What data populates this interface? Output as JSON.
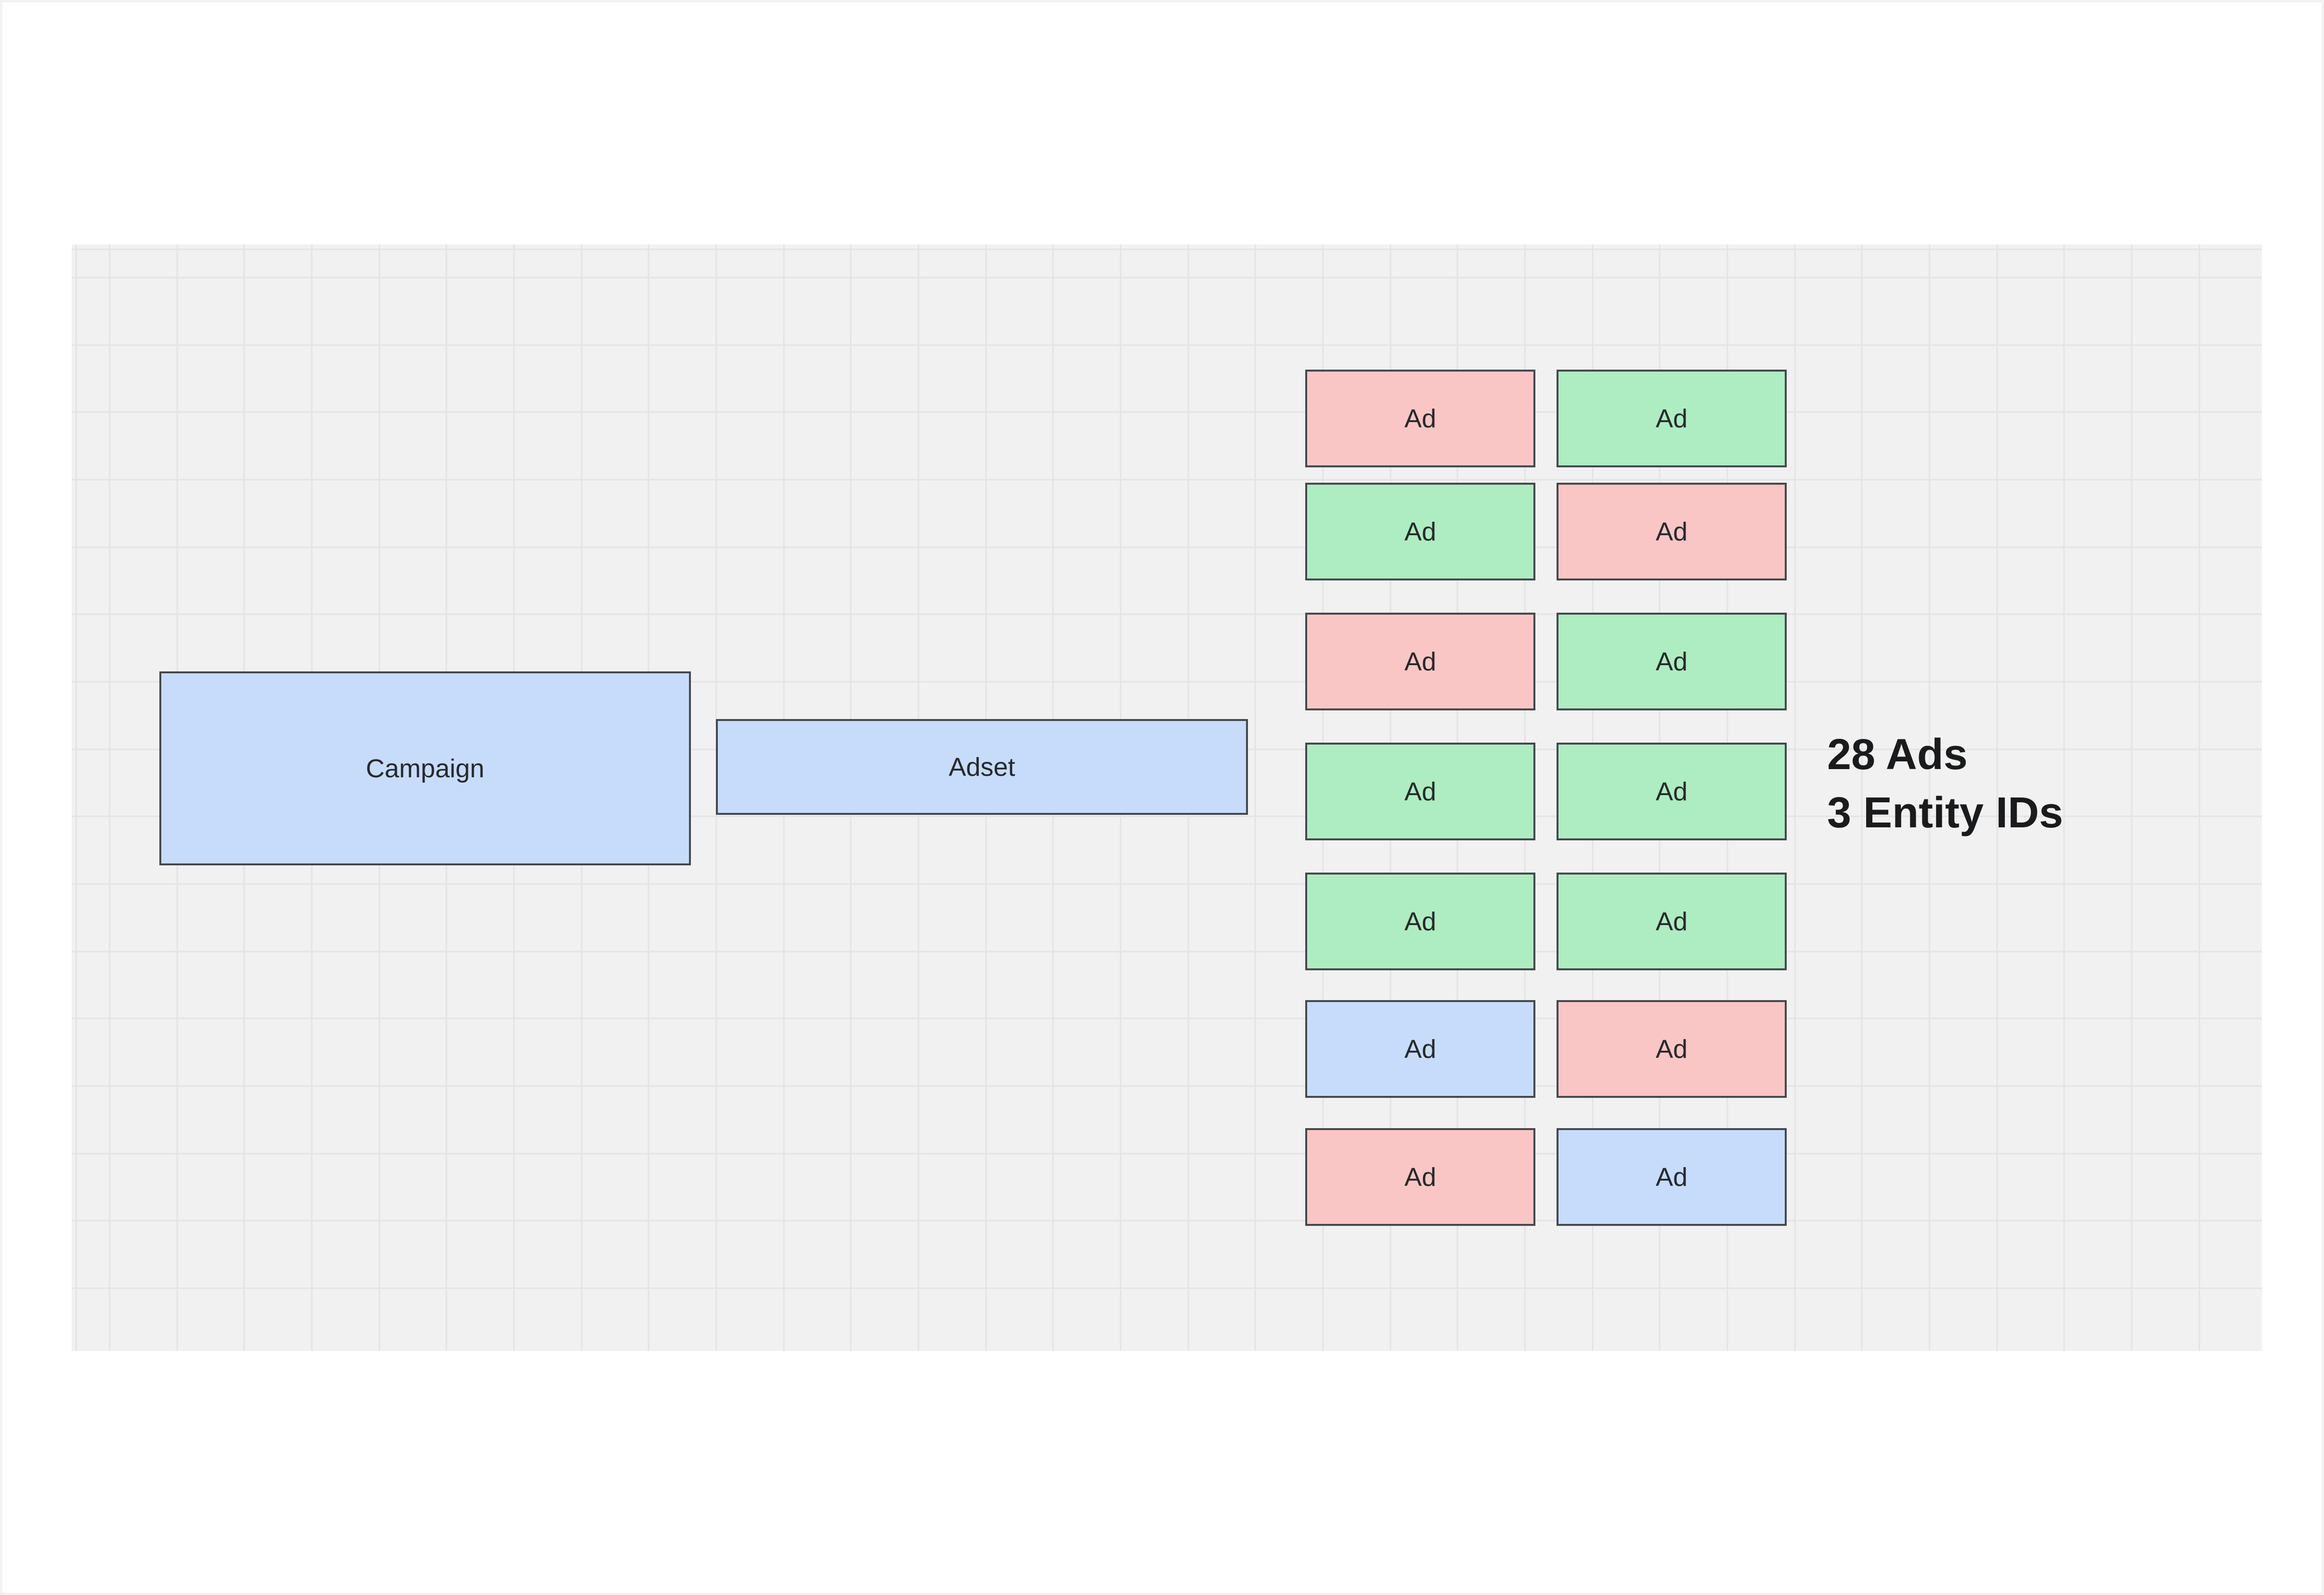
{
  "canvas": {
    "background": "#f1f1f1",
    "grid_line_color": "#e4e4e4",
    "margin_color": "#ffffff"
  },
  "palette": {
    "stroke": "#43484d",
    "label_text": "#26292c",
    "annotation_text": "#1a1b1d",
    "blue_fill": "#c7dcfa",
    "pink_fill": "#f9c6c5",
    "green_fill": "#aeecc1"
  },
  "nodes": {
    "campaign": {
      "label": "Campaign",
      "fill": "#c7dcfa"
    },
    "adset": {
      "label": "Adset",
      "fill": "#c7dcfa"
    }
  },
  "ad_grid": {
    "label": "Ad",
    "rows": 7,
    "columns": 2,
    "cells": [
      {
        "fill": "#f9c6c5"
      },
      {
        "fill": "#aeecc1"
      },
      {
        "fill": "#aeecc1"
      },
      {
        "fill": "#f9c6c5"
      },
      {
        "fill": "#f9c6c5"
      },
      {
        "fill": "#aeecc1"
      },
      {
        "fill": "#aeecc1"
      },
      {
        "fill": "#aeecc1"
      },
      {
        "fill": "#aeecc1"
      },
      {
        "fill": "#aeecc1"
      },
      {
        "fill": "#c7dcfa"
      },
      {
        "fill": "#f9c6c5"
      },
      {
        "fill": "#f9c6c5"
      },
      {
        "fill": "#c7dcfa"
      }
    ]
  },
  "annotation": {
    "line1": "28 Ads",
    "line2": "3 Entity IDs"
  }
}
